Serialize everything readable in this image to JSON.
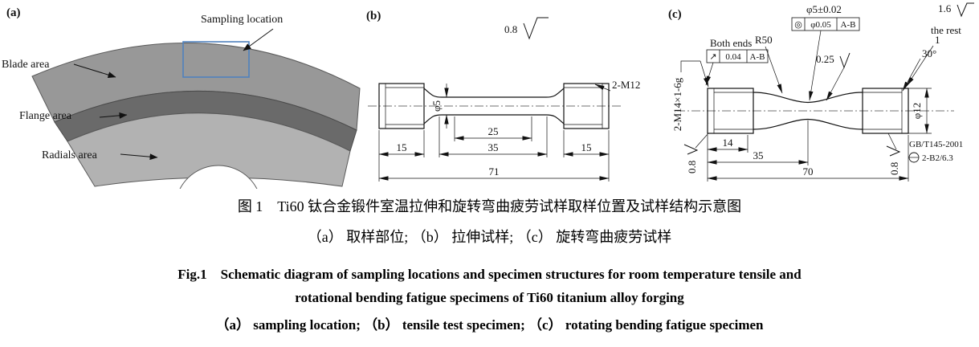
{
  "panel_a": {
    "label": "(a)",
    "sampling_location": "Sampling location",
    "blade_area": "Blade area",
    "flange_area": "Flange area",
    "radials_area": "Radials area"
  },
  "panel_b": {
    "label": "(b)",
    "surface_finish": "0.8",
    "gauge_diameter": "φ5",
    "thread_spec": "2-M12",
    "dim_left_grip": "15",
    "dim_gauge": "25",
    "dim_reduced": "35",
    "dim_right_grip": "15",
    "dim_overall": "71"
  },
  "panel_c": {
    "label": "(c)",
    "both_ends": "Both ends",
    "frame_both_ends": {
      "symbol": "↗",
      "value": "0.04",
      "datum": "A-B"
    },
    "waist_diameter": "φ5±0.02",
    "frame_waist": {
      "symbol": "◎",
      "value": "φ0.05",
      "datum": "A-B"
    },
    "rest_finish": "1.6",
    "the_rest": "the rest",
    "chamfer_len": "1",
    "chamfer_angle": "30°",
    "radius": "R50",
    "waist_finish": "0.25",
    "thread_spec": "2-M14×1-6g",
    "grip_diameter": "φ12",
    "thread_finish_left": "0.8",
    "thread_finish_right": "0.8",
    "dim_thread": "14",
    "dim_to_waist": "35",
    "dim_overall": "70",
    "center_hole_standard": "GB/T145-2001",
    "center_hole": "2-B2/6.3"
  },
  "caption": {
    "zh_title": "图 1　Ti60 钛合金锻件室温拉伸和旋转弯曲疲劳试样取样位置及试样结构示意图",
    "zh_sub": "（a） 取样部位; （b） 拉伸试样; （c） 旋转弯曲疲劳试样",
    "en_title_line1": "Fig.1　Schematic diagram of sampling locations and specimen structures for room temperature tensile and",
    "en_title_line2": "rotational bending fatigue specimens of Ti60 titanium alloy forging",
    "en_sub": "（a） sampling location; （b） tensile test specimen; （c） rotating bending fatigue specimen"
  }
}
